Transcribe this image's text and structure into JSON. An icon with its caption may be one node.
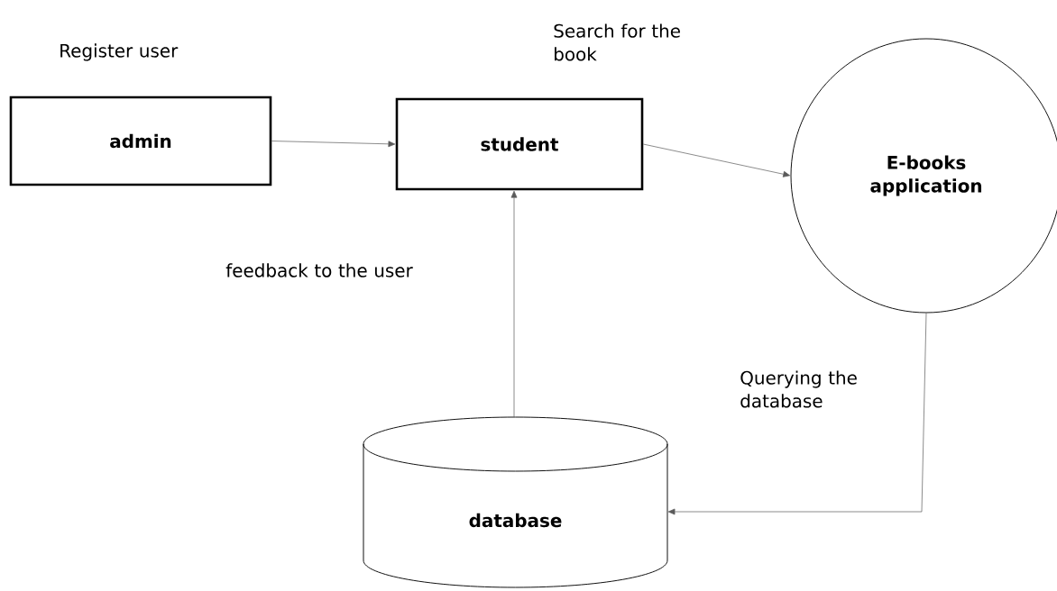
{
  "diagram": {
    "nodes": [
      {
        "text": [
          "admin"
        ]
      },
      {
        "text": [
          "student"
        ]
      },
      {
        "text": [
          "E-books application"
        ]
      },
      {
        "text": [
          "database"
        ]
      }
    ],
    "edges": [
      {
        "from": 0,
        "to": 1,
        "arrow": "to"
      },
      {
        "from": 1,
        "to": 2,
        "arrow": "to"
      },
      {
        "from": 3,
        "to": 1,
        "arrow": "to"
      },
      {
        "from": 2,
        "to": 3,
        "arrow": "to"
      }
    ],
    "labels": [
      "Register user",
      "Search for the book",
      "feedback to the user",
      "Querying the database"
    ]
  }
}
